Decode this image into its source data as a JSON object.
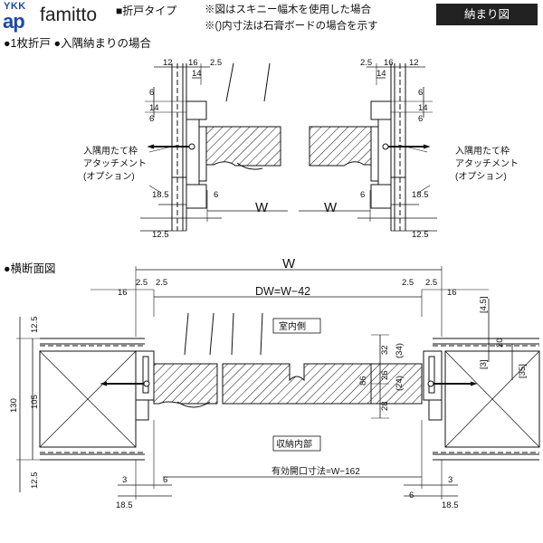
{
  "header": {
    "logo_top": "YKK",
    "logo_bottom": "ap",
    "brand": "famitto",
    "product_type": "■折戸タイプ",
    "note_1": "※図はスキニー幅木を使用した場合",
    "note_2": "※()内寸法は石膏ボードの場合を示す",
    "badge": "納まり図"
  },
  "section_1": {
    "title": "●1枚折戸 ●入隅納まりの場合",
    "left": {
      "top_dims": [
        "12",
        "16",
        "2.5",
        "14"
      ],
      "side_dims": [
        "6",
        "14",
        "6"
      ],
      "bottom_dims": [
        "18.5",
        "6",
        "12.5"
      ],
      "width_label": "W",
      "callout": [
        "入隅用たて枠",
        "アタッチメント",
        "(オプション)"
      ]
    },
    "right": {
      "top_dims": [
        "2.5",
        "16",
        "12",
        "14"
      ],
      "side_dims": [
        "6",
        "14",
        "6"
      ],
      "bottom_dims": [
        "6",
        "18.5",
        "12.5"
      ],
      "width_label": "W",
      "callout": [
        "入隅用たて枠",
        "アタッチメント",
        "(オプション)"
      ]
    }
  },
  "section_2": {
    "title": "●横断面図",
    "overall_width": "W",
    "dw_label": "DW=W−42",
    "top_dims": [
      "16",
      "2.5",
      "2.5",
      "2.5",
      "2.5",
      "16"
    ],
    "left_vertical_dims": [
      "12.5",
      "105",
      "130",
      "12.5"
    ],
    "right_vertical_dims": [
      "[4.5]",
      "20",
      "[3]",
      "[35]"
    ],
    "panel_dims": [
      "32",
      "(34)",
      "86",
      "26",
      "(24)",
      "28"
    ],
    "room_interior": "室内側",
    "storage_interior": "収納内部",
    "effective_opening": "有効開口寸法=W−162",
    "bottom_dims_left": [
      "3",
      "6",
      "18.5"
    ],
    "bottom_dims_right": [
      "6",
      "3",
      "18.5"
    ]
  }
}
